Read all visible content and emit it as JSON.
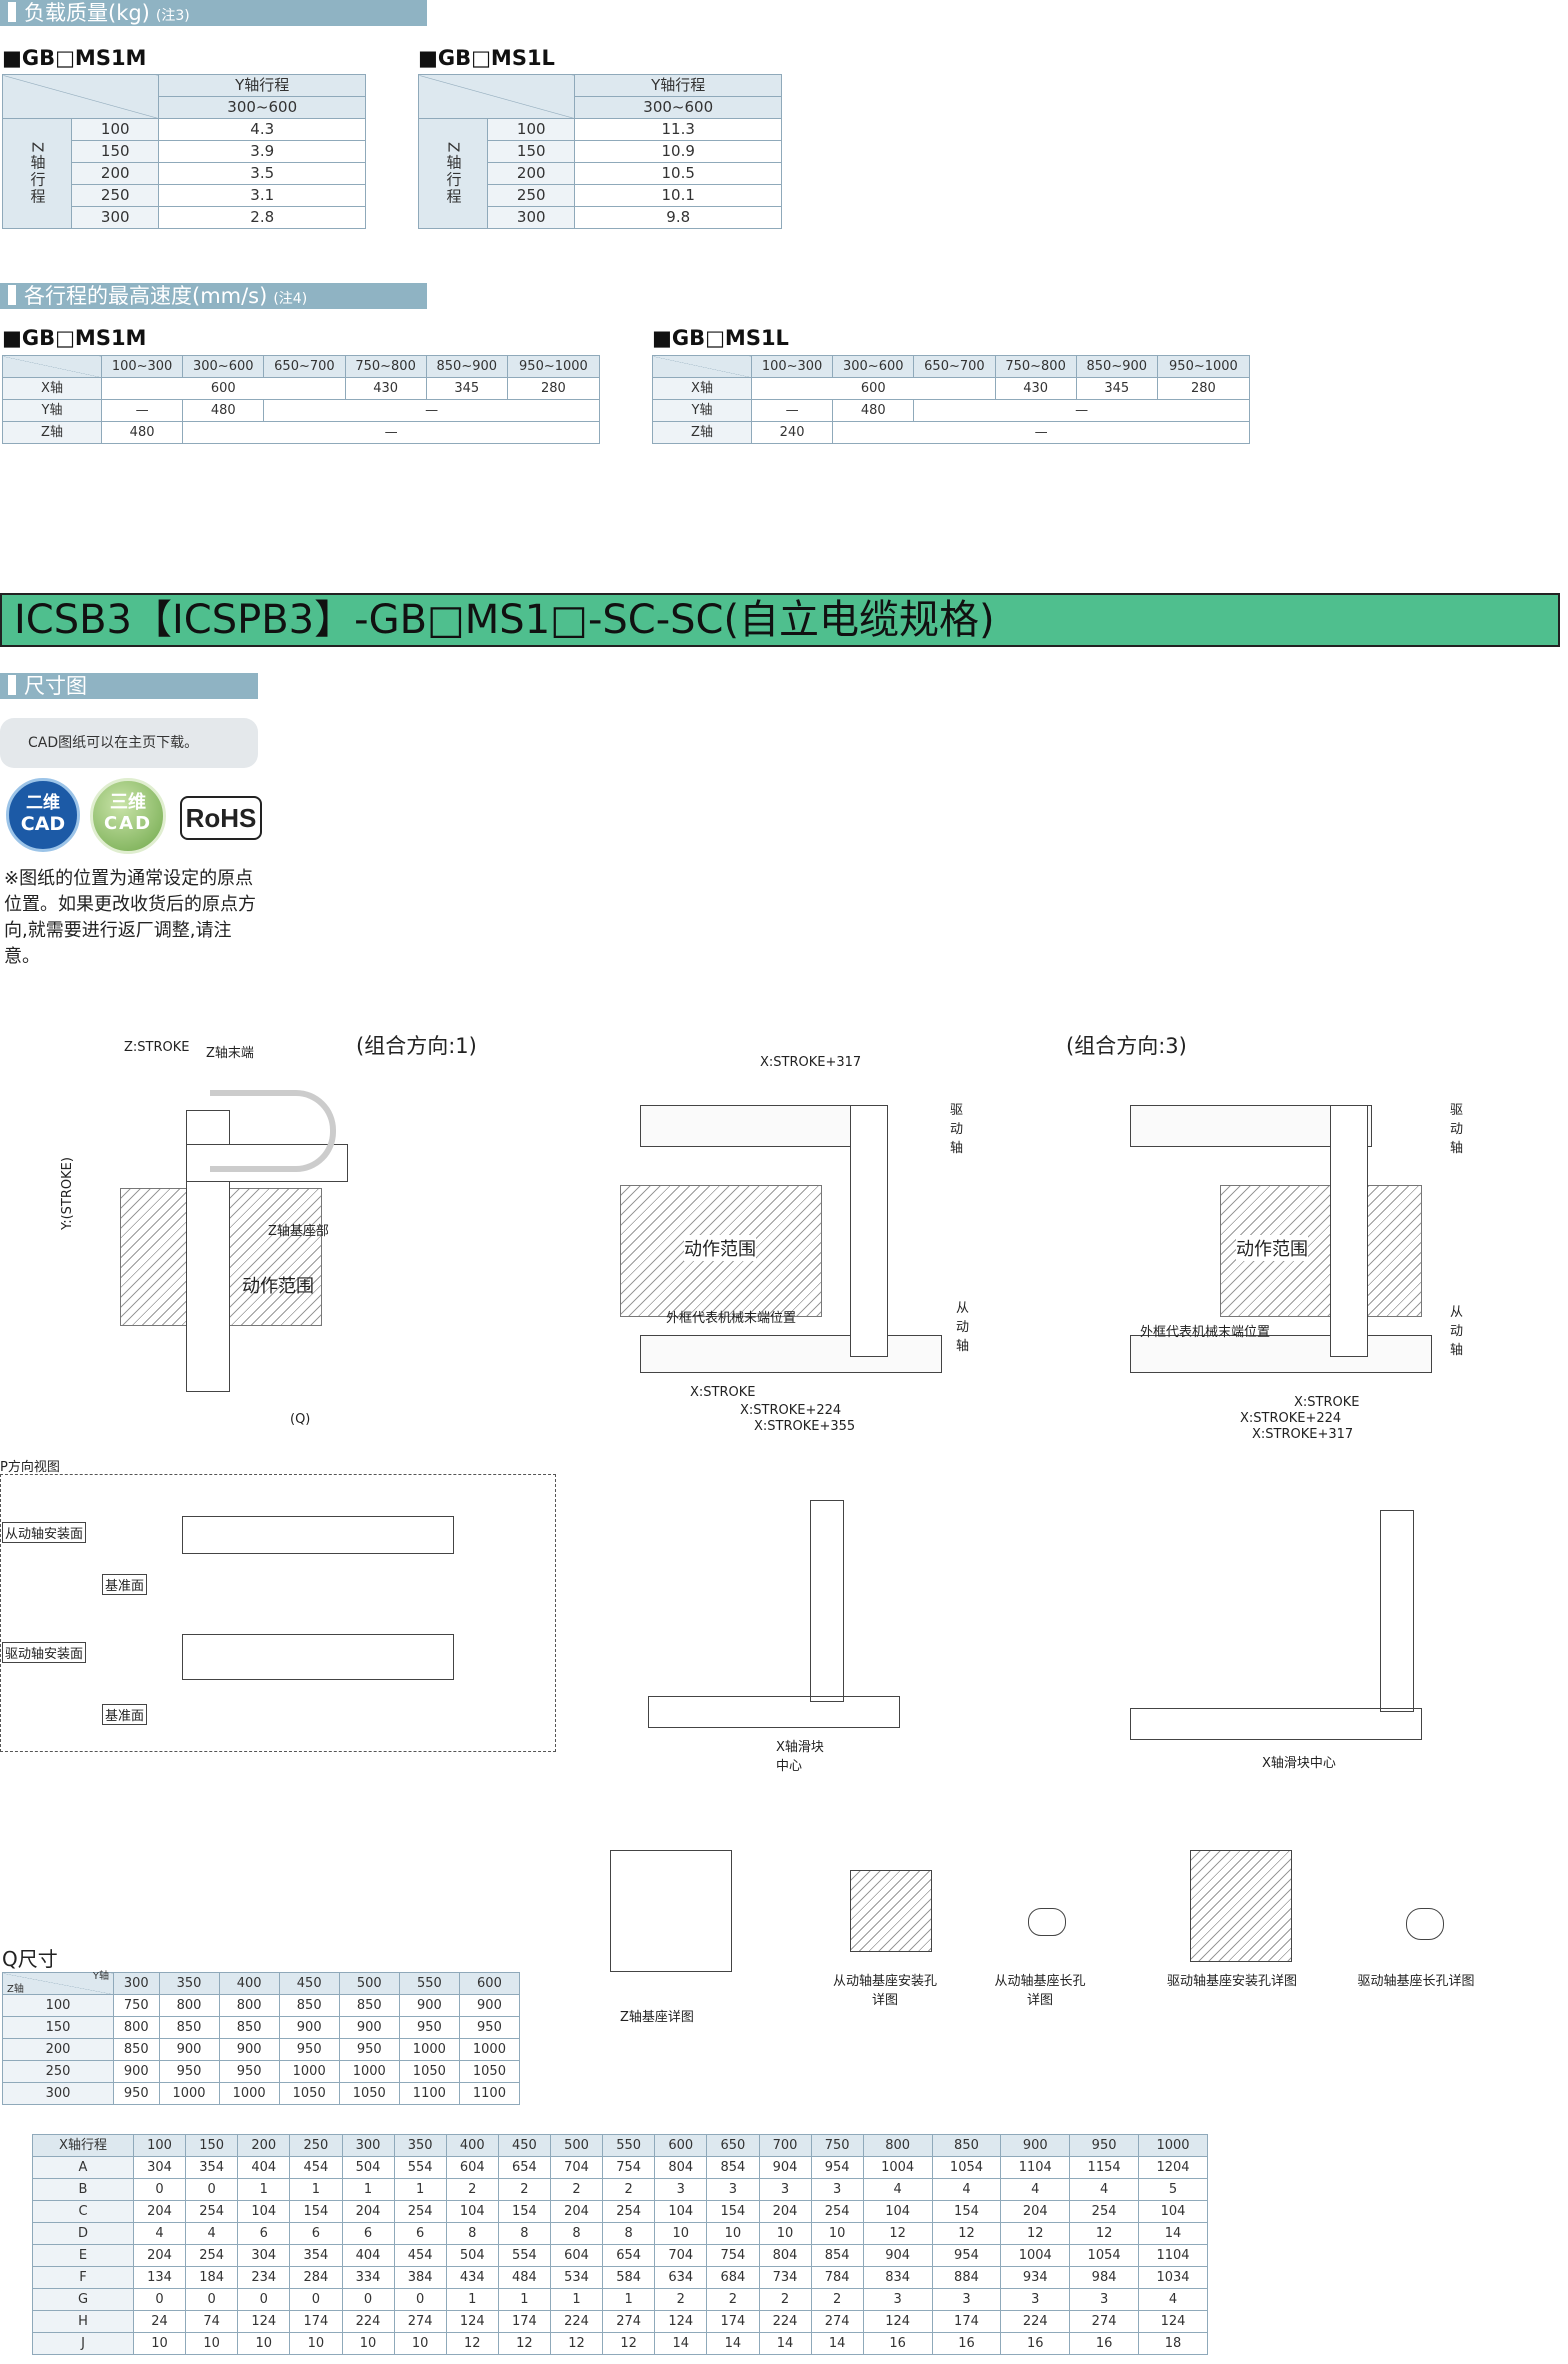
{
  "payload": {
    "section_title": "负载质量(kg)",
    "section_note": "(注3)",
    "m": {
      "model": "■GB□MS1M",
      "y_header": "Y轴行程",
      "y_range": "300~600",
      "z_label": "Z轴行程",
      "rows": [
        [
          "100",
          "4.3"
        ],
        [
          "150",
          "3.9"
        ],
        [
          "200",
          "3.5"
        ],
        [
          "250",
          "3.1"
        ],
        [
          "300",
          "2.8"
        ]
      ]
    },
    "l": {
      "model": "■GB□MS1L",
      "y_header": "Y轴行程",
      "y_range": "300~600",
      "z_label": "Z轴行程",
      "rows": [
        [
          "100",
          "11.3"
        ],
        [
          "150",
          "10.9"
        ],
        [
          "200",
          "10.5"
        ],
        [
          "250",
          "10.1"
        ],
        [
          "300",
          "9.8"
        ]
      ]
    }
  },
  "speed": {
    "section_title": "各行程的最高速度(mm/s)",
    "section_note": "(注4)",
    "headers": [
      "100~300",
      "300~600",
      "650~700",
      "750~800",
      "850~900",
      "950~1000"
    ],
    "m": {
      "model": "■GB□MS1M",
      "x": {
        "label": "X轴",
        "v600": "600",
        "v700": "430",
        "v900": "345",
        "v1000": "280"
      },
      "y": {
        "label": "Y轴",
        "a": "—",
        "b": "480",
        "c": "—"
      },
      "z": {
        "label": "Z轴",
        "a": "480",
        "b": "—"
      }
    },
    "l": {
      "model": "■GB□MS1L",
      "x": {
        "label": "X轴",
        "v600": "600",
        "v700": "430",
        "v900": "345",
        "v1000": "280"
      },
      "y": {
        "label": "Y轴",
        "a": "—",
        "b": "480",
        "c": "—"
      },
      "z": {
        "label": "Z轴",
        "a": "240",
        "b": "—"
      }
    }
  },
  "product_title": "ICSB3【ICSPB3】-GB□MS1□-SC-SC(自立电缆规格)",
  "dims": {
    "section_title": "尺寸图",
    "cad_note": "CAD图纸可以在主页下载。",
    "badge_2d_top": "二维",
    "badge_2d_bottom": "CAD",
    "badge_3d_top": "三维",
    "badge_3d_bottom": "CAD",
    "rohs": "RoHS",
    "origin_note": "※图纸的位置为通常设定的原点位置。如果更改收货后的原点方向,就需要进行返厂调整,请注意。"
  },
  "drawing": {
    "combo1": "(组合方向:1)",
    "combo3": "(组合方向:3)",
    "zstroke": "Z:STROKE",
    "zend": "Z轴末端",
    "zbase": "Z轴基座部",
    "range": "动作范围",
    "ystroke": "Y:(STROKE)",
    "drive_shaft": "驱动轴",
    "driven_shaft": "从动轴",
    "xstroke317": "X:STROKE+317",
    "xstroke": "X:STROKE",
    "xstroke224": "X:STROKE+224",
    "xstroke355": "X:STROKE+355",
    "ext_mech": "外框代表机械末端位置",
    "p_view": "P方向视图",
    "driven_mount": "从动轴安装面",
    "drive_mount": "驱动轴安装面",
    "datum": "基准面",
    "zbase_detail": "Z轴基座详图",
    "driven_base_hole": "从动轴基座安装孔详图",
    "driven_long_hole": "从动轴基座长孔详图",
    "drive_base_hole": "驱动轴基座安装孔详图",
    "drive_long_hole": "驱动轴基座长孔详图",
    "x_slider": "X轴滑块中心",
    "q_label": "(Q)"
  },
  "q_table": {
    "title": "Q尺寸",
    "y_label": "Y轴",
    "z_label": "Z轴",
    "y_values": [
      "300",
      "350",
      "400",
      "450",
      "500",
      "550",
      "600"
    ],
    "rows": [
      [
        "100",
        "750",
        "800",
        "800",
        "850",
        "850",
        "900",
        "900"
      ],
      [
        "150",
        "800",
        "850",
        "850",
        "900",
        "900",
        "950",
        "950"
      ],
      [
        "200",
        "850",
        "900",
        "900",
        "950",
        "950",
        "1000",
        "1000"
      ],
      [
        "250",
        "900",
        "950",
        "950",
        "1000",
        "1000",
        "1050",
        "1050"
      ],
      [
        "300",
        "950",
        "1000",
        "1000",
        "1050",
        "1050",
        "1100",
        "1100"
      ]
    ]
  },
  "x_table": {
    "header_label": "X轴行程",
    "strokes": [
      "100",
      "150",
      "200",
      "250",
      "300",
      "350",
      "400",
      "450",
      "500",
      "550",
      "600",
      "650",
      "700",
      "750",
      "800",
      "850",
      "900",
      "950",
      "1000"
    ],
    "rows": [
      [
        "A",
        "304",
        "354",
        "404",
        "454",
        "504",
        "554",
        "604",
        "654",
        "704",
        "754",
        "804",
        "854",
        "904",
        "954",
        "1004",
        "1054",
        "1104",
        "1154",
        "1204"
      ],
      [
        "B",
        "0",
        "0",
        "1",
        "1",
        "1",
        "1",
        "2",
        "2",
        "2",
        "2",
        "3",
        "3",
        "3",
        "3",
        "4",
        "4",
        "4",
        "4",
        "5"
      ],
      [
        "C",
        "204",
        "254",
        "104",
        "154",
        "204",
        "254",
        "104",
        "154",
        "204",
        "254",
        "104",
        "154",
        "204",
        "254",
        "104",
        "154",
        "204",
        "254",
        "104"
      ],
      [
        "D",
        "4",
        "4",
        "6",
        "6",
        "6",
        "6",
        "8",
        "8",
        "8",
        "8",
        "10",
        "10",
        "10",
        "10",
        "12",
        "12",
        "12",
        "12",
        "14"
      ],
      [
        "E",
        "204",
        "254",
        "304",
        "354",
        "404",
        "454",
        "504",
        "554",
        "604",
        "654",
        "704",
        "754",
        "804",
        "854",
        "904",
        "954",
        "1004",
        "1054",
        "1104"
      ],
      [
        "F",
        "134",
        "184",
        "234",
        "284",
        "334",
        "384",
        "434",
        "484",
        "534",
        "584",
        "634",
        "684",
        "734",
        "784",
        "834",
        "884",
        "934",
        "984",
        "1034"
      ],
      [
        "G",
        "0",
        "0",
        "0",
        "0",
        "0",
        "0",
        "1",
        "1",
        "1",
        "1",
        "2",
        "2",
        "2",
        "2",
        "3",
        "3",
        "3",
        "3",
        "4"
      ],
      [
        "H",
        "24",
        "74",
        "124",
        "174",
        "224",
        "274",
        "124",
        "174",
        "224",
        "274",
        "124",
        "174",
        "224",
        "274",
        "124",
        "174",
        "224",
        "274",
        "124"
      ],
      [
        "J",
        "10",
        "10",
        "10",
        "10",
        "10",
        "10",
        "12",
        "12",
        "12",
        "12",
        "14",
        "14",
        "14",
        "14",
        "16",
        "16",
        "16",
        "16",
        "18"
      ]
    ]
  }
}
